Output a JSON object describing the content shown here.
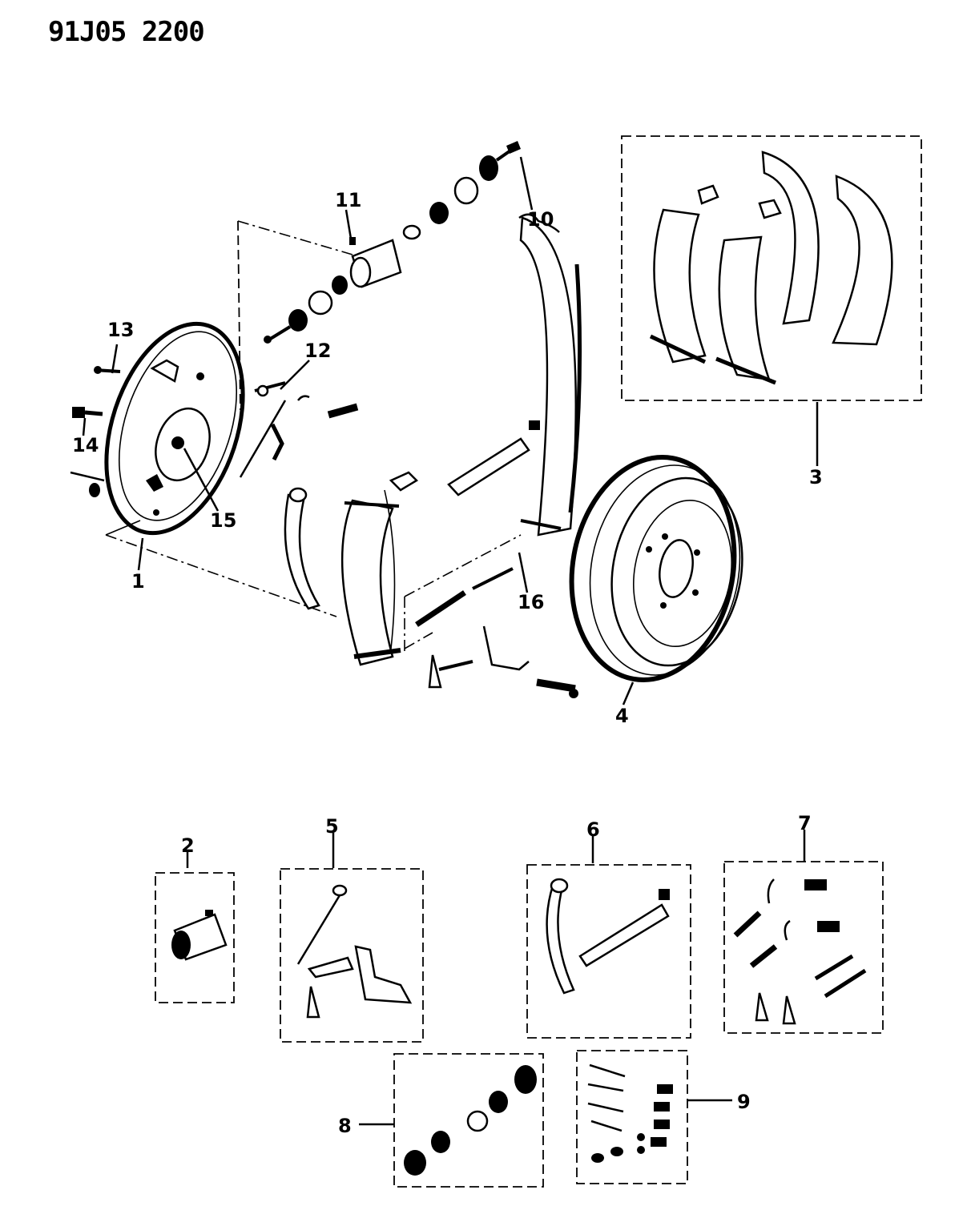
{
  "document": {
    "id": "91J05 2200"
  },
  "callouts": {
    "c1": "1",
    "c2": "2",
    "c3": "3",
    "c4": "4",
    "c5": "5",
    "c6": "6",
    "c7": "7",
    "c8": "8",
    "c9": "9",
    "c10": "10",
    "c11": "11",
    "c12": "12",
    "c13": "13",
    "c14": "14",
    "c15": "15",
    "c16": "16"
  }
}
